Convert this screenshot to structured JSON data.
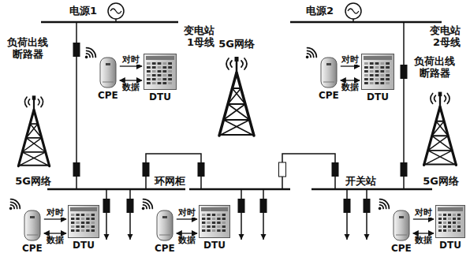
{
  "diagram": {
    "nodes": [
      {
        "text": [
          "CPE"
        ]
      },
      {
        "text": [
          "DTU"
        ]
      },
      {
        "text": [
          "CPE"
        ]
      },
      {
        "text": [
          "DTU"
        ]
      },
      {
        "text": [
          "CPE"
        ]
      },
      {
        "text": [
          "DTU"
        ]
      },
      {
        "text": [
          "CPE"
        ]
      },
      {
        "text": [
          "DTU"
        ]
      },
      {
        "text": [
          "CPE"
        ]
      },
      {
        "text": [
          "DTU"
        ]
      }
    ],
    "edges": [
      {
        "from": 0,
        "to": 1,
        "label": "对时",
        "arrow": "to"
      },
      {
        "from": 0,
        "to": 1,
        "label": "数据",
        "arrow": "both"
      },
      {
        "from": 2,
        "to": 3,
        "label": "对时",
        "arrow": "to"
      },
      {
        "from": 2,
        "to": 3,
        "label": "数据",
        "arrow": "both"
      },
      {
        "from": 4,
        "to": 5,
        "label": "对时",
        "arrow": "to"
      },
      {
        "from": 4,
        "to": 5,
        "label": "数据",
        "arrow": "both"
      },
      {
        "from": 6,
        "to": 7,
        "label": "对时",
        "arrow": "to"
      },
      {
        "from": 6,
        "to": 7,
        "label": "数据",
        "arrow": "both"
      },
      {
        "from": 8,
        "to": 9,
        "label": "对时",
        "arrow": "to"
      },
      {
        "from": 8,
        "to": 9,
        "label": "数据",
        "arrow": "both"
      }
    ],
    "labels": [
      "电源1",
      "变电站 1母线",
      "5G网络",
      "电源2",
      "变电站 2母线",
      "负荷出线 断路器",
      "负荷出线 断路器",
      "5G网络",
      "5G网络",
      "环网柜",
      "开关站"
    ]
  }
}
